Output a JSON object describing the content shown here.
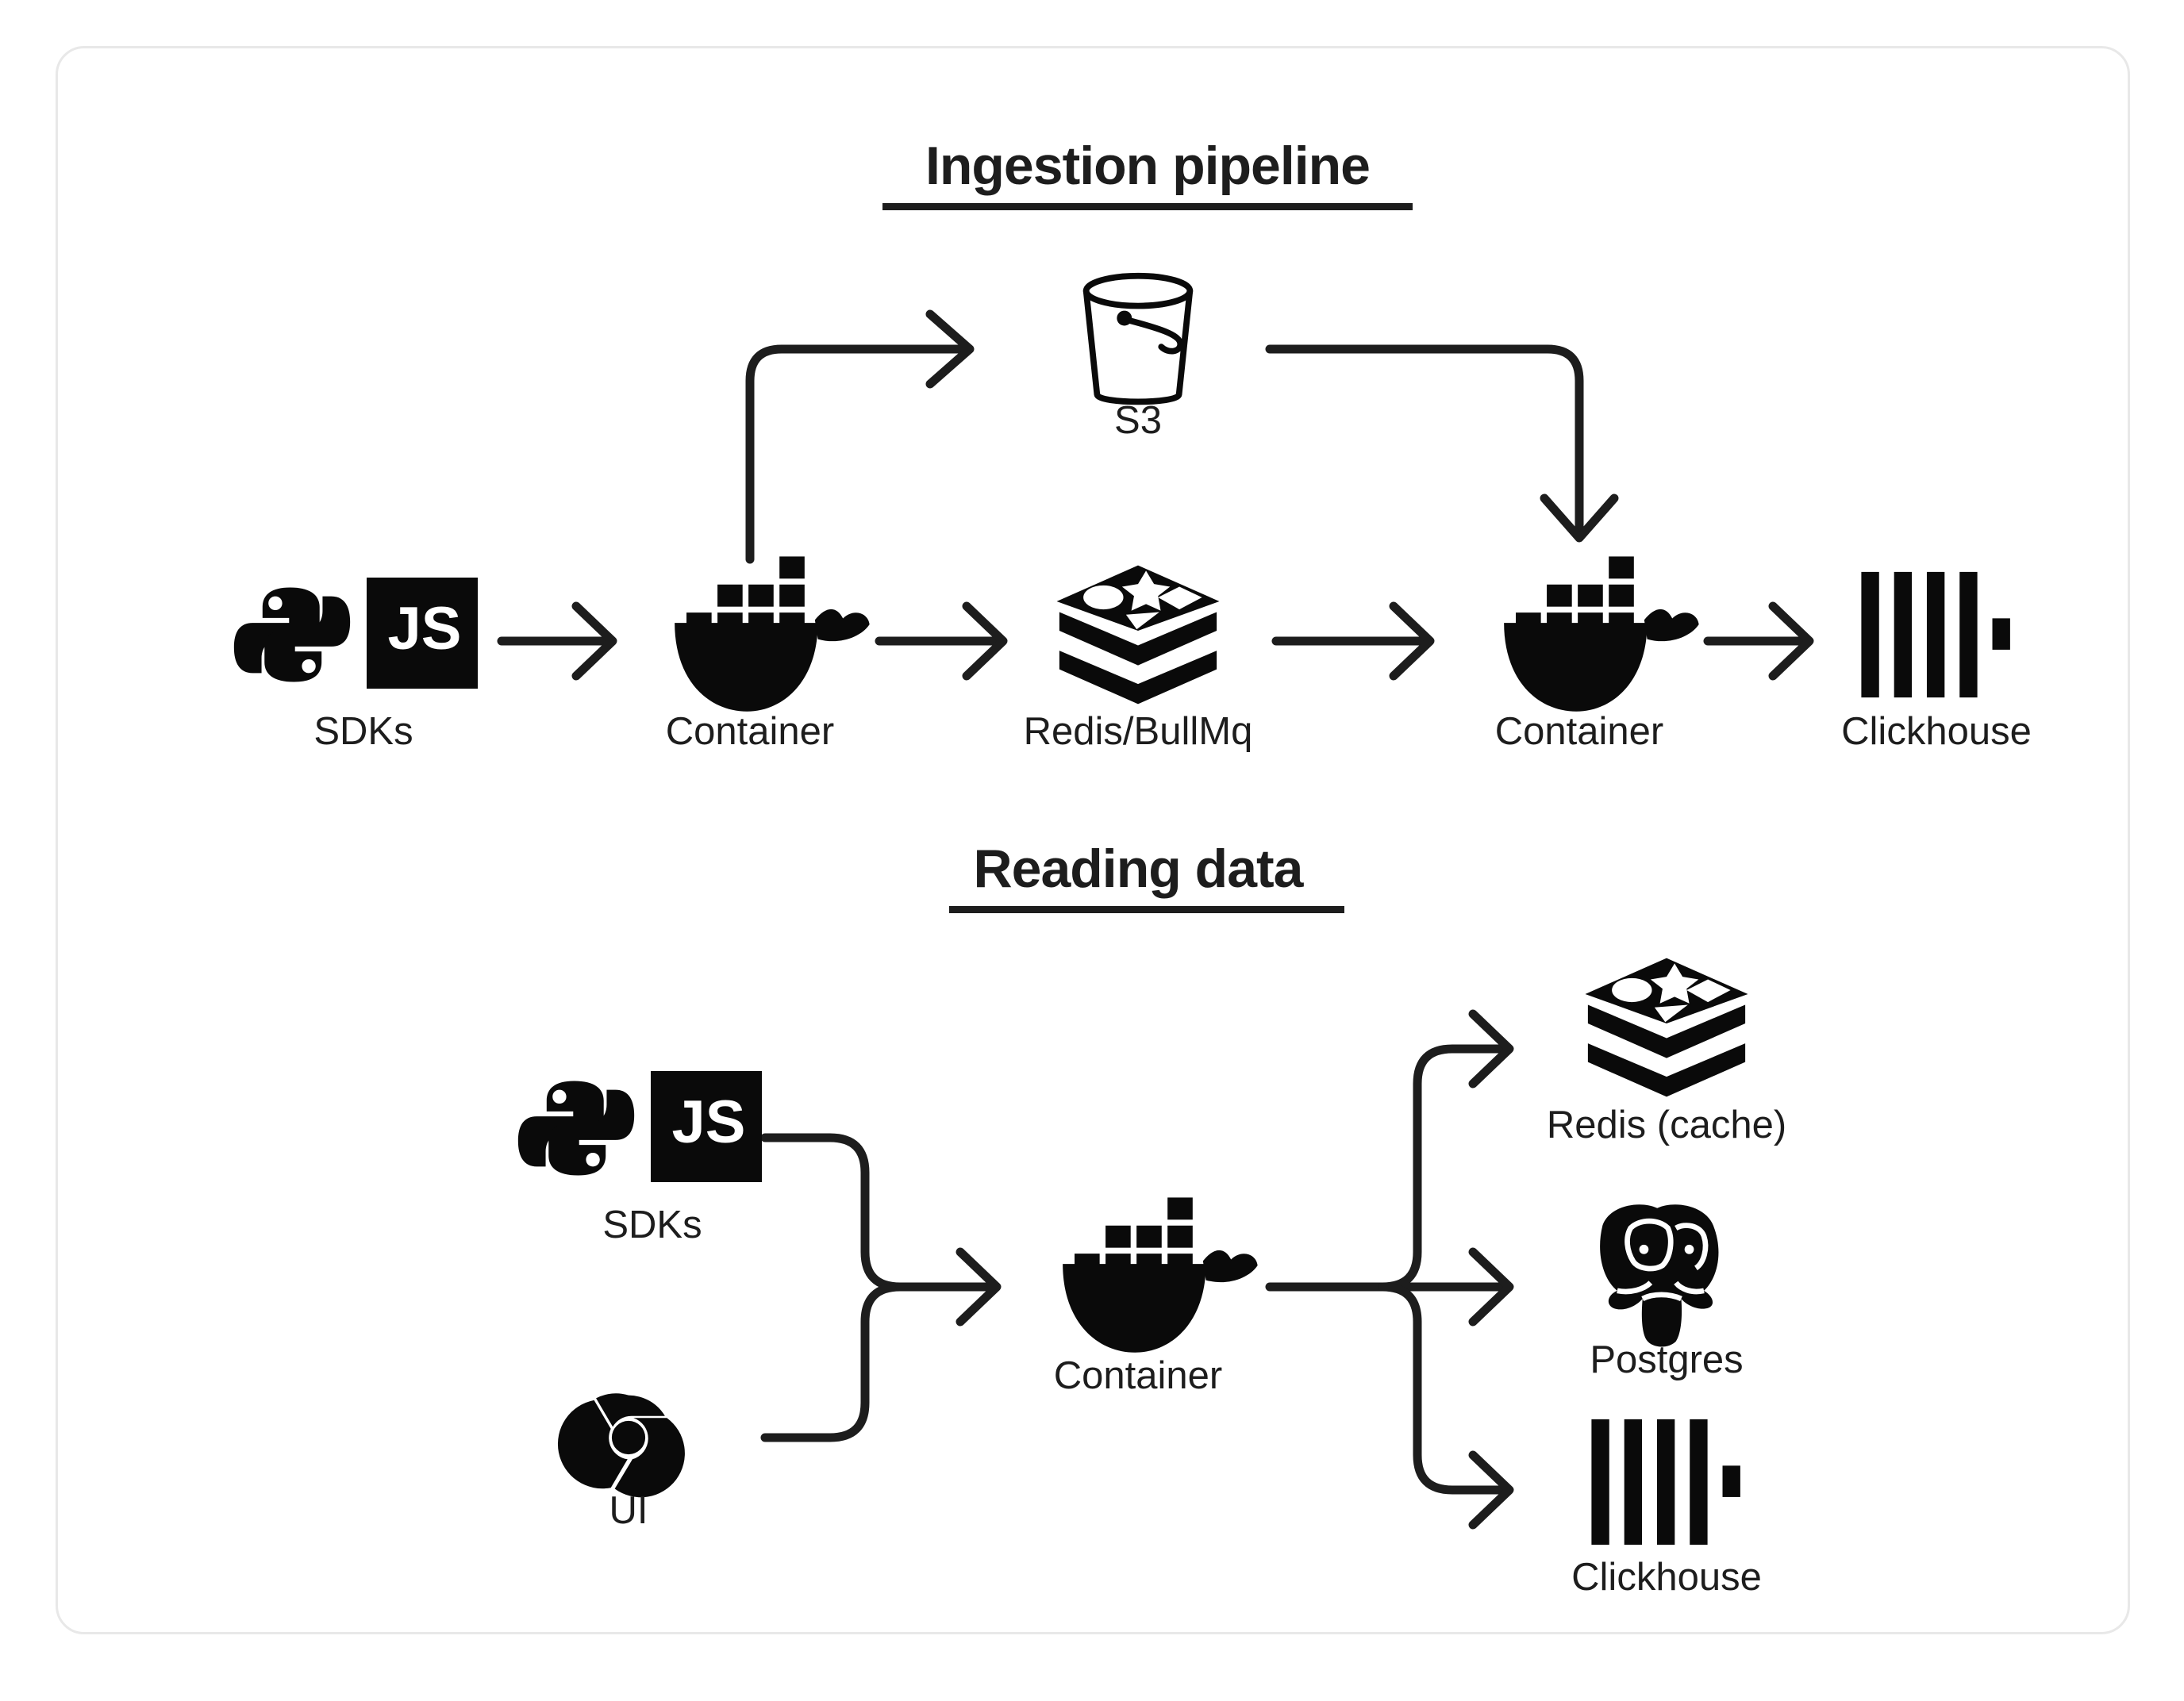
{
  "card": {
    "border_color": "#e8e8e8",
    "background": "#ffffff"
  },
  "ink_color": "#1d1d1d",
  "sections": [
    {
      "id": "ingestion",
      "title": "Ingestion pipeline",
      "nodes": [
        {
          "id": "sdks-1",
          "label": "SDKs",
          "icon": "python-js-sdk-icon"
        },
        {
          "id": "container-1",
          "label": "Container",
          "icon": "docker-whale-icon"
        },
        {
          "id": "s3",
          "label": "S3",
          "icon": "s3-bucket-icon"
        },
        {
          "id": "redis-bullmq",
          "label": "Redis/BullMq",
          "icon": "redis-stack-icon"
        },
        {
          "id": "container-2",
          "label": "Container",
          "icon": "docker-whale-icon"
        },
        {
          "id": "clickhouse-1",
          "label": "Clickhouse",
          "icon": "clickhouse-bars-icon"
        }
      ],
      "edges": [
        {
          "from": "sdks-1",
          "to": "container-1",
          "style": "straight-arrow"
        },
        {
          "from": "container-1",
          "to": "s3",
          "style": "elbow-up-right-arrow"
        },
        {
          "from": "s3",
          "to": "container-2",
          "style": "elbow-right-down-arrow"
        },
        {
          "from": "container-1",
          "to": "redis-bullmq",
          "style": "straight-arrow"
        },
        {
          "from": "redis-bullmq",
          "to": "container-2",
          "style": "straight-arrow"
        },
        {
          "from": "container-2",
          "to": "clickhouse-1",
          "style": "straight-arrow"
        }
      ]
    },
    {
      "id": "reading",
      "title": "Reading data",
      "nodes": [
        {
          "id": "sdks-2",
          "label": "SDKs",
          "icon": "python-js-sdk-icon"
        },
        {
          "id": "ui",
          "label": "UI",
          "icon": "chrome-browser-icon"
        },
        {
          "id": "container-3",
          "label": "Container",
          "icon": "docker-whale-icon"
        },
        {
          "id": "redis-cache",
          "label": "Redis (cache)",
          "icon": "redis-stack-icon"
        },
        {
          "id": "postgres",
          "label": "Postgres",
          "icon": "postgres-elephant-icon"
        },
        {
          "id": "clickhouse-2",
          "label": "Clickhouse",
          "icon": "clickhouse-bars-icon"
        }
      ],
      "edges": [
        {
          "from": "sdks-2",
          "to": "container-3",
          "style": "merge-arrow"
        },
        {
          "from": "ui",
          "to": "container-3",
          "style": "merge-arrow"
        },
        {
          "from": "container-3",
          "to": "redis-cache",
          "style": "fanout-up-arrow"
        },
        {
          "from": "container-3",
          "to": "postgres",
          "style": "fanout-straight-arrow"
        },
        {
          "from": "container-3",
          "to": "clickhouse-2",
          "style": "fanout-down-arrow"
        }
      ]
    }
  ],
  "sdk_badge": {
    "js_label": "JS",
    "background": "#0a0a0a",
    "text_color": "#ffffff"
  }
}
